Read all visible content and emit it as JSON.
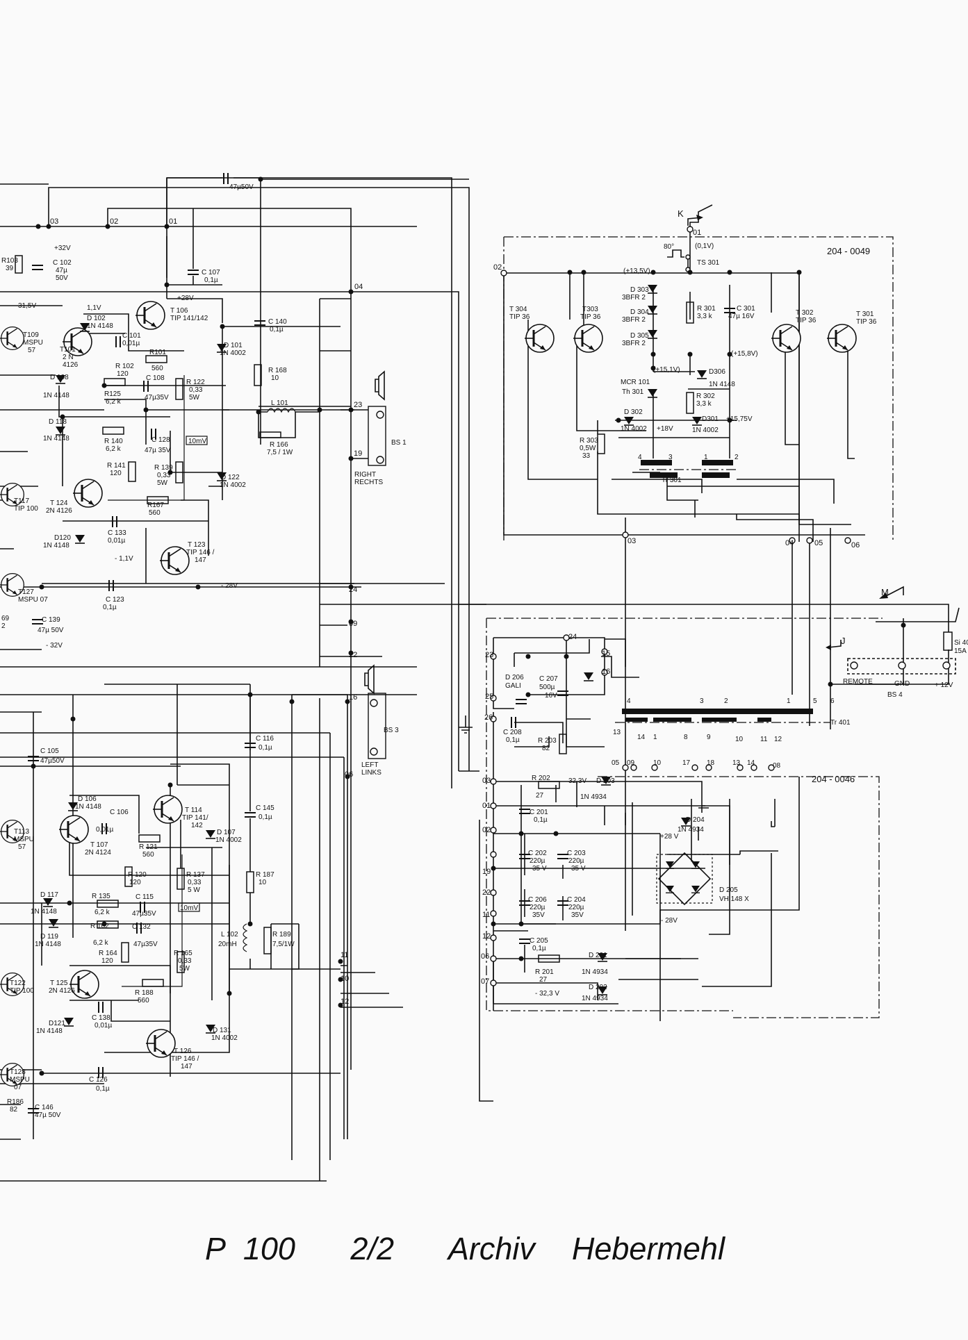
{
  "caption": "P 100   2/2   Archiv  Hebermehl",
  "doc_numbers": {
    "upper": "204 - 0049",
    "lower": "204 - 0046"
  },
  "connectors": {
    "j03": "03",
    "j02": "02",
    "j01": "01",
    "j04": "04",
    "j23": "23",
    "j19": "19",
    "j24": "24",
    "j09": "09",
    "j22": "22",
    "j16": "16",
    "j06": "06",
    "j11": "11",
    "j10": "10",
    "j12": "12",
    "p01": "01",
    "p02": "02",
    "p03": "03",
    "p04": "04",
    "p05": "05",
    "p06": "06",
    "q24": "24",
    "q23": "23",
    "q15": "15",
    "q16": "16",
    "q25": "25",
    "q26": "26",
    "q03": "03",
    "q01": "01",
    "q02": "02",
    "q19": "19",
    "q22": "22",
    "q11": "11",
    "q12": "12",
    "q06": "06",
    "q07": "07"
  },
  "left_amp": {
    "c_top": "47µ50V",
    "v32p": "+32V",
    "c102": [
      "C 102",
      "47µ",
      "50V"
    ],
    "r103": [
      "R103",
      "39"
    ],
    "v31": "31,5V",
    "t109": [
      "T109",
      "MSPU",
      "57"
    ],
    "v28p": "+28V",
    "c107": [
      "C 107",
      "0,1µ"
    ],
    "t106": [
      "T 106",
      "TIP 141/142"
    ],
    "v11": "1,1V",
    "d102": [
      "D 102",
      "1N 4148"
    ],
    "c101": [
      "C 101",
      "0,01µ"
    ],
    "t101": [
      "T101",
      "2 N",
      "4126"
    ],
    "r101": [
      "R101",
      "560"
    ],
    "r102": [
      "R 102",
      "120"
    ],
    "c108": [
      "C 108",
      "47µ35V"
    ],
    "r122": [
      "R 122",
      "0,33",
      "5W"
    ],
    "d101": [
      "D 101",
      "1N 4002"
    ],
    "d108": [
      "D 108",
      "1N 4148"
    ],
    "r125": [
      "R125",
      "6,2 k"
    ],
    "c140": [
      "C 140",
      "0,1µ"
    ],
    "r168": [
      "R 168",
      "10"
    ],
    "l101": "L 101",
    "r166": [
      "R 166",
      "7,5 / 1W"
    ],
    "d118": [
      "D 118",
      "1N 4148"
    ],
    "r140": [
      "R 140",
      "6,2 k"
    ],
    "c128": [
      "C 128",
      "47µ 35V"
    ],
    "mv": "10mV",
    "r141": [
      "R 141",
      "120"
    ],
    "r139": [
      "R 139",
      "0,33",
      "5W"
    ],
    "d122": [
      "D 122",
      "1N 4002"
    ],
    "bs1": "BS 1",
    "right": [
      "RIGHT",
      "RECHTS"
    ],
    "t117": [
      "T117",
      "TIP 100"
    ],
    "t124": [
      "T 124",
      "2N 4126"
    ],
    "r167": [
      "R167",
      "560"
    ],
    "c133": [
      "C 133",
      "0,01µ"
    ],
    "d120": [
      "D120",
      "1N 4148"
    ],
    "v11n": "- 1,1V",
    "t123": [
      "T 123",
      "TIP 146 /",
      "147"
    ],
    "v28n": "- 28V",
    "t127": [
      "T127",
      "MSPU 07"
    ],
    "c123": [
      "C 123",
      "0,1µ"
    ],
    "c139": [
      "C 139",
      "47µ 50V"
    ],
    "v32n": "- 32V",
    "r69": [
      "69",
      "2"
    ]
  },
  "left_amp_b": {
    "c105": [
      "C 105",
      "47µ50V"
    ],
    "c116": [
      "C 116",
      "0,1µ"
    ],
    "bs3": "BS 3",
    "left": [
      "LEFT",
      "LINKS"
    ],
    "d106": [
      "D 106",
      "1N 4148"
    ],
    "c106": [
      "C 106",
      "0,01µ"
    ],
    "t114": [
      "T 114",
      "TIP 141/",
      "142"
    ],
    "d107": [
      "D 107",
      "1N 4002"
    ],
    "c145": [
      "C 145",
      "0,1µ"
    ],
    "t113": [
      "T113",
      "MSPU",
      "57"
    ],
    "t107": [
      "T 107",
      "2N 4124"
    ],
    "r121": [
      "R 121",
      "560"
    ],
    "r120": [
      "R 120",
      "120"
    ],
    "r137": [
      "R 137",
      "0,33",
      "5 W"
    ],
    "r187": [
      "R 187",
      "10"
    ],
    "d117": [
      "D 117",
      "1N 4148"
    ],
    "r135": [
      "R 135",
      "6,2 k"
    ],
    "c115": [
      "C 115",
      "47µ35V"
    ],
    "mv": "10mV",
    "d119": [
      "D 119",
      "1N 4148"
    ],
    "r162": [
      "R 162",
      "6,2 k"
    ],
    "c132": [
      "C 132",
      "47µ35V"
    ],
    "l102": [
      "L 102",
      "20mH"
    ],
    "r189": [
      "R 189",
      "7,5/1W"
    ],
    "r164": [
      "R 164",
      "120"
    ],
    "r165": [
      "R 165",
      "0,33",
      "5W"
    ],
    "t122": [
      "T122",
      "TIP 100"
    ],
    "t125": [
      "T 125",
      "2N 4126"
    ],
    "r188": [
      "R 188",
      "560"
    ],
    "c138": [
      "C 138",
      "0,01µ"
    ],
    "d121": [
      "D121",
      "1N 4148"
    ],
    "d131": [
      "D 131",
      "1N 4002"
    ],
    "t126": [
      "T 126",
      "TIP 146 /",
      "147"
    ],
    "t128": [
      "T128",
      "MSPU",
      "07"
    ],
    "c126": [
      "C 126",
      "0,1µ"
    ],
    "r186": [
      "R186",
      "82"
    ],
    "c146": [
      "C 146",
      "47µ 50V"
    ]
  },
  "converter": {
    "k": "K",
    "v01": "(0,1V)",
    "t80": "80°",
    "ts301": "TS 301",
    "v135": "(+13,5V)",
    "d303": [
      "D 303",
      "3BFR 2"
    ],
    "d304": [
      "D 304",
      "3BFR 2"
    ],
    "d305": [
      "D 305",
      "3BFR 2"
    ],
    "r301": [
      "R 301",
      "3,3 k"
    ],
    "c301": [
      "C 301",
      "47µ 16V"
    ],
    "v158": "(+15,8V)",
    "t304": [
      "T 304",
      "TIP 36"
    ],
    "t303": [
      "T303",
      "TIP 36"
    ],
    "t302": [
      "T 302",
      "TIP 36"
    ],
    "t301": [
      "T 301",
      "TIP 36"
    ],
    "v151": "(+15,1V)",
    "d306": [
      "D306",
      "1N 4148"
    ],
    "mcr": [
      "MCR 101",
      "Th 301"
    ],
    "r302": [
      "R 302",
      "3,3 k"
    ],
    "d302": [
      "D 302",
      "1N 4002"
    ],
    "v18": "+18V",
    "d301": [
      "D301",
      "1N 4002"
    ],
    "v1575": "+15,75V",
    "r303": [
      "R 303",
      "0,5W",
      "33"
    ],
    "tr301": "Tr 301",
    "w4": "4",
    "w3": "3",
    "w1": "1",
    "w2": "2"
  },
  "psu": {
    "m": "M",
    "j": "J",
    "si": [
      "Si 40",
      "15A"
    ],
    "remote": "REMOTE",
    "gnd": "GND",
    "v12": "+ 12V",
    "bs4": "BS 4",
    "d206": [
      "D 206",
      "GALI"
    ],
    "c207": [
      "C 207",
      "500µ",
      "16V"
    ],
    "c208": [
      "C 208",
      "0,1µ"
    ],
    "r203": [
      "R 203",
      "82"
    ],
    "tr401": "Tr 401",
    "pins_top": [
      "4",
      "3",
      "2",
      "1",
      "5",
      "6"
    ],
    "pins_mid": [
      "13",
      "14",
      "1",
      "8",
      "9",
      "10",
      "11",
      "12"
    ],
    "pins_bot": [
      "05",
      "09",
      "10",
      "17",
      "18",
      "13",
      "14",
      "08"
    ],
    "r202": [
      "R 202",
      "27"
    ],
    "v323": "32,3V",
    "d203": [
      "D 203",
      "1N 4934"
    ],
    "c201": [
      "C 201",
      "0,1µ"
    ],
    "d204": [
      "D 204",
      "1N 4934"
    ],
    "v28p": "+28 V",
    "c202": [
      "C 202",
      "220µ",
      "35 V"
    ],
    "c203": [
      "C 203",
      "220µ",
      "35 V"
    ],
    "c206": [
      "C 206",
      "220µ",
      "35V"
    ],
    "c204": [
      "C 204",
      "220µ",
      "35V"
    ],
    "d205": [
      "D 205",
      "VH 148 X"
    ],
    "v28n": "- 28V",
    "c205": [
      "C 205",
      "0,1µ"
    ],
    "d201": [
      "D 201",
      "1N 4934"
    ],
    "r201": [
      "R 201",
      "27"
    ],
    "d202": [
      "D 202",
      "1N 4934"
    ],
    "v323n": "- 32,3  V"
  }
}
